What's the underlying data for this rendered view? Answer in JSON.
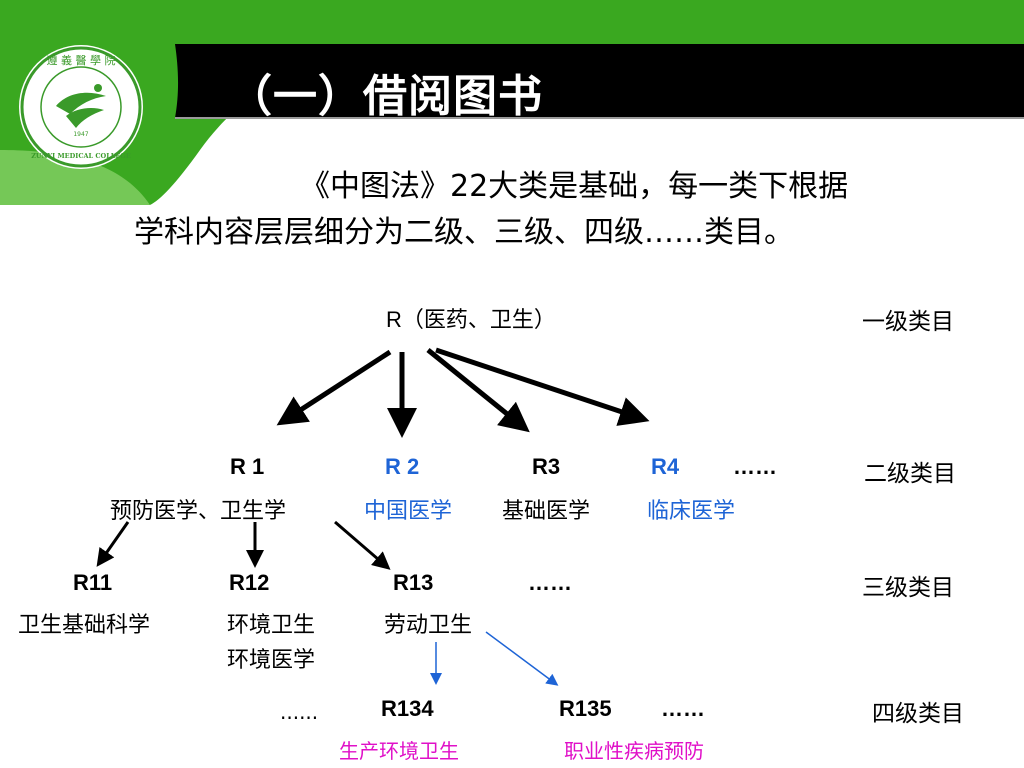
{
  "colors": {
    "header_black": "#000000",
    "header_green": "#2e9b1a",
    "accent_blue": "#1e64d6",
    "accent_magenta": "#e010c8",
    "logo_green": "#3a9a2a"
  },
  "header": {
    "title": "（一）借阅图书"
  },
  "logo": {
    "icon": "college-seal-logo",
    "text_top": "遵 義 醫 學 院",
    "year": "1947",
    "text_bottom": "ZUNYI MEDICAL COLLEGE"
  },
  "intro": {
    "line1": "《中图法》22大类是基础，每一类下根据",
    "line2": "学科内容层层细分为二级、三级、四级……类目。"
  },
  "levels": {
    "l1": "一级类目",
    "l2": "二级类目",
    "l3": "三级类目",
    "l4": "四级类目"
  },
  "root": {
    "label": "R（医药、卫生）"
  },
  "level2": {
    "r1": {
      "code": "R 1",
      "desc": "预防医学、卫生学"
    },
    "r2": {
      "code": "R 2",
      "desc": "中国医学"
    },
    "r3": {
      "code": "R3",
      "desc": "基础医学"
    },
    "r4": {
      "code": "R4",
      "desc": "临床医学"
    },
    "more": "……"
  },
  "level3": {
    "r11": {
      "code": "R11",
      "desc": "卫生基础科学"
    },
    "r12": {
      "code": "R12",
      "desc1": "环境卫生",
      "desc2": "环境医学"
    },
    "r13": {
      "code": "R13",
      "desc": "劳动卫生"
    },
    "more": "……"
  },
  "level4": {
    "lead_more": "......",
    "r134": {
      "code": "R134",
      "desc": "生产环境卫生"
    },
    "r135": {
      "code": "R135",
      "desc": "职业性疾病预防"
    },
    "more": "……"
  }
}
